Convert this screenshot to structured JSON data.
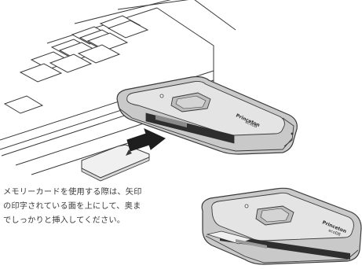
{
  "instruction": {
    "lines": [
      "メモリーカードを使用する際は、矢印",
      "の印字されている面を上にして、奥ま",
      "でしっかりと挿入してください。"
    ]
  },
  "device": {
    "brand": "Princeton",
    "model": "ecoDB"
  }
}
